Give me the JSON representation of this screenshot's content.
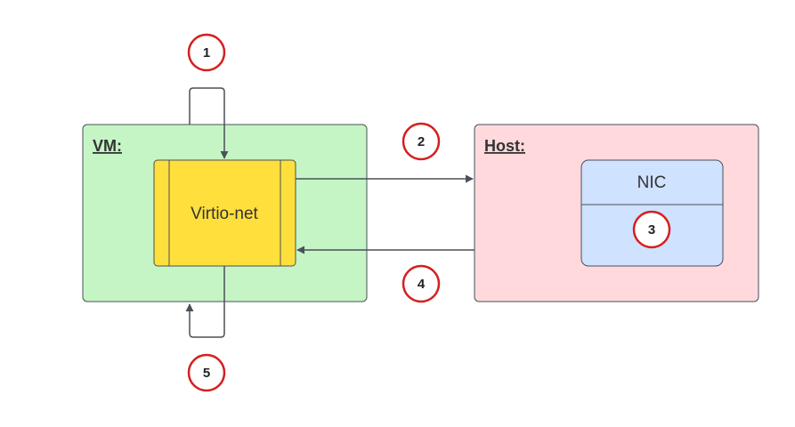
{
  "colors": {
    "vm_fill": "#c5f5c5",
    "host_fill": "#ffd9dc",
    "virtio_fill": "#ffdf3c",
    "nic_fill": "#cfe2ff",
    "stroke": "#4a5056",
    "step_circle": "#d42020"
  },
  "vm": {
    "label": "VM:"
  },
  "host": {
    "label": "Host:"
  },
  "virtio": {
    "label": "Virtio-net"
  },
  "nic": {
    "label": "NIC"
  },
  "steps": [
    "1",
    "2",
    "3",
    "4",
    "5"
  ]
}
